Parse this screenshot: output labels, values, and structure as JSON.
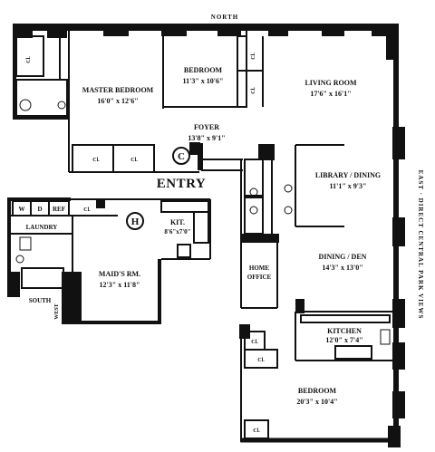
{
  "compass": {
    "north": "North",
    "south": "South",
    "west": "West"
  },
  "view_label": "East · Direct Central Park Views",
  "entry_label": "ENTRY",
  "symbols": {
    "c": "C",
    "h": "H"
  },
  "rooms": {
    "master_bedroom": {
      "name": "Master Bedroom",
      "dims": "16'0\" x 12'6\""
    },
    "bedroom_north": {
      "name": "Bedroom",
      "dims": "11'3\" x 10'6\""
    },
    "living_room": {
      "name": "Living Room",
      "dims": "17'6\" x 16'1\""
    },
    "foyer": {
      "name": "Foyer",
      "dims": "13'8\" x 9'1\""
    },
    "library_dining": {
      "name": "Library / Dining",
      "dims": "11'1\" x 9'3\""
    },
    "laundry": {
      "name": "Laundry"
    },
    "kit": {
      "name": "Kit.",
      "dims": "8'6\"x7'0\""
    },
    "maids_rm": {
      "name": "Maid's Rm.",
      "dims": "12'3\" x 11'8\""
    },
    "home_office": {
      "name_line1": "Home",
      "name_line2": "Office"
    },
    "dining_den": {
      "name": "Dining / Den",
      "dims": "14'3\" x 13'0\""
    },
    "kitchen": {
      "name": "Kitchen",
      "dims": "12'0\" x 7'4\""
    },
    "bedroom_south": {
      "name": "Bedroom",
      "dims": "20'3\" x 10'4\""
    }
  },
  "appliances": {
    "w": "W",
    "d": "D",
    "ref": "REF"
  },
  "closet_label": "Cl."
}
